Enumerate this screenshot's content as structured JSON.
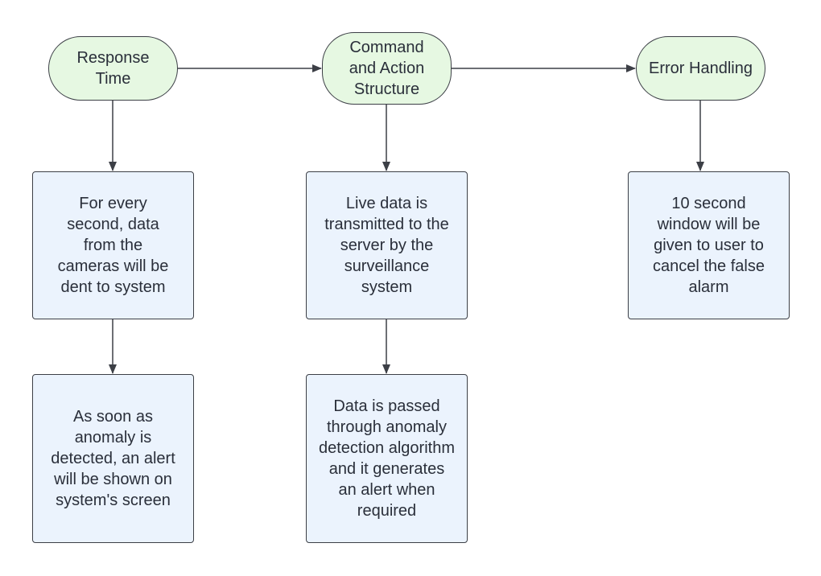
{
  "diagram": {
    "headers": {
      "response_time": "Response Time",
      "command_action": "Command and Action Structure",
      "error_handling": "Error Handling"
    },
    "steps": {
      "camera_data": "For every second, data from the cameras will be dent to system",
      "anomaly_alert": "As soon as anomaly is detected, an alert will be shown on system's screen",
      "live_data": "Live data is transmitted to the server by the surveillance system",
      "anomaly_detection": "Data is passed through anomaly detection algorithm and it generates an alert when required",
      "cancel_window": "10 second window will be given to user to cancel the false alarm"
    },
    "colors": {
      "header_fill": "#e6f8e2",
      "step_fill": "#ebf3fd",
      "stroke": "#3c3f46",
      "text": "#2a2f3a"
    }
  }
}
